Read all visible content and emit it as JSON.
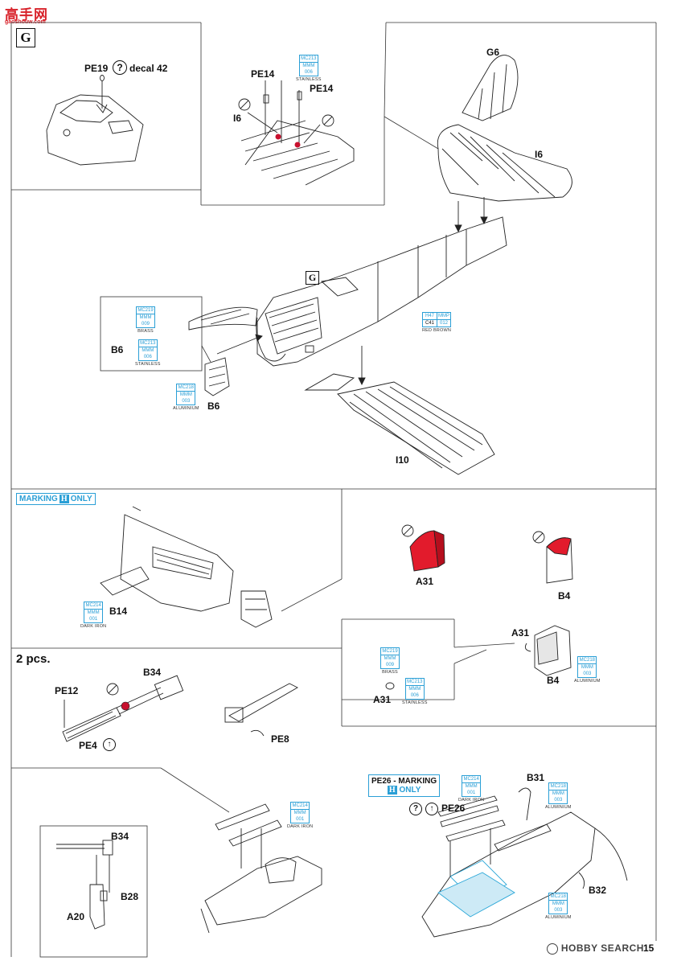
{
  "watermark": {
    "title": "高手网",
    "sub": "gaoshouw.com"
  },
  "section_letter": "G",
  "callout_letter": "G",
  "top": {
    "decal_label": "PE19",
    "decal_text": "decal 42",
    "pe14_a": "PE14",
    "pe14_b": "PE14",
    "i6_left": "I6",
    "mc_pe14": {
      "code": "MC213",
      "mmm": "MMM",
      "num": "006",
      "name": "STAINLESS"
    },
    "g6": "G6",
    "i6_right": "I6"
  },
  "main": {
    "b6": "B6",
    "b6_lower": "B6",
    "mc_brass": {
      "code": "MC219",
      "mmm": "MMM",
      "num": "009",
      "name": "BRASS"
    },
    "mc_stainless": {
      "code": "MC213",
      "mmm": "MMM",
      "num": "006",
      "name": "STAINLESS"
    },
    "mc_alu": {
      "code": "MC218",
      "mmm": "MMM",
      "num": "003",
      "name": "ALUMINIUM"
    },
    "mc_red": {
      "code": "H47",
      "mmm": "MMP",
      "code2": "C41",
      "num": "012",
      "name": "RED BROWN"
    },
    "i10": "I10"
  },
  "marking_h": {
    "text1": "MARKING",
    "letter": "H",
    "text2": "ONLY"
  },
  "mid": {
    "b14": "B14",
    "mc_dark": {
      "code": "MC214",
      "mmm": "MMM",
      "num": "001",
      "name": "DARK IRON"
    },
    "a31": "A31",
    "b4": "B4",
    "a31_b": "A31",
    "b4_b": "B4",
    "a31_c": "A31",
    "mc_brass": {
      "code": "MC219",
      "mmm": "MMM",
      "num": "009",
      "name": "BRASS"
    },
    "mc_stainless": {
      "code": "MC213",
      "mmm": "MMM",
      "num": "006",
      "name": "STAINLESS"
    },
    "mc_alu": {
      "code": "MC218",
      "mmm": "MMM",
      "num": "003",
      "name": "ALUMINIUM"
    }
  },
  "guns": {
    "count": "2 pcs.",
    "b34": "B34",
    "pe12": "PE12",
    "pe4": "PE4",
    "pe8": "PE8"
  },
  "bottom": {
    "mc_dark": {
      "code": "MC214",
      "mmm": "MMM",
      "num": "001",
      "name": "DARK IRON"
    },
    "b34": "B34",
    "b28": "B28",
    "a20": "A20",
    "pe26_banner": "PE26 - MARKING",
    "pe26_letter": "H",
    "pe26_only": "ONLY",
    "pe26": "PE26",
    "mc_dark2": {
      "code": "MC214",
      "mmm": "MMM",
      "num": "001",
      "name": "DARK IRON"
    },
    "b31": "B31",
    "mc_alu": {
      "code": "MC218",
      "mmm": "MMM",
      "num": "003",
      "name": "ALUMINIUM"
    },
    "b32": "B32",
    "mc_alu2": {
      "code": "MC218",
      "mmm": "MMM",
      "num": "003",
      "name": "ALUMINIUM"
    }
  },
  "footer": {
    "brand": "HOBBY SEARCH",
    "page": "15"
  }
}
